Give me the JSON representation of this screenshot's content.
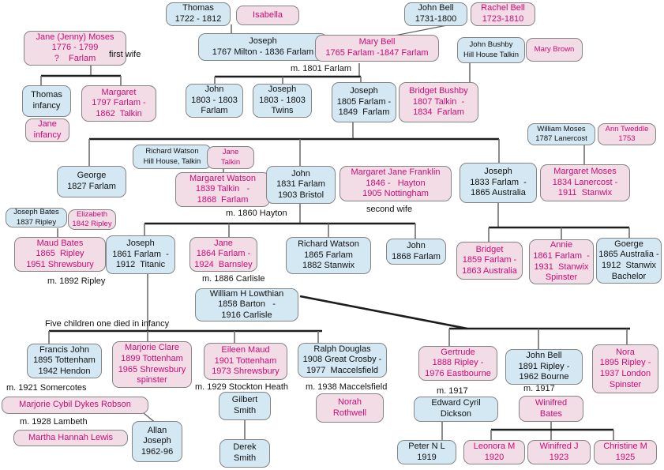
{
  "colors": {
    "male_box_fill": "#d3e8f3",
    "female_box_fill": "#f2dde6",
    "female_text": "#cc0b77",
    "male_text": "#111111",
    "box_border": "#848484",
    "sibling_bar": "#1c1c1c",
    "drop_line": "#6e6e6e",
    "background": "#ffffff"
  },
  "people": {
    "thomas_1722": [
      "Thomas",
      "1722 - 1812"
    ],
    "isabella": [
      "Isabella"
    ],
    "john_bell_1731": [
      "John Bell",
      "1731-1800"
    ],
    "rachel_bell": [
      "Rachel Bell",
      "1723-1810"
    ],
    "jane_jenny_moses": [
      "Jane (Jenny) Moses",
      "1776 - 1799",
      "?    Farlam"
    ],
    "joseph_1767": [
      "Joseph",
      "1767 Milton - 1836 Farlam"
    ],
    "mary_bell": [
      "Mary Bell",
      "1765 Farlam -1847 Farlam"
    ],
    "john_bushby": [
      "John Bushby",
      "Hill House Talkin"
    ],
    "mary_brown": [
      "Mary Brown"
    ],
    "thomas_infancy": [
      "Thomas",
      "infancy"
    ],
    "margaret_1797": [
      "Margaret",
      "1797 Farlam -",
      "1862  Talkin"
    ],
    "jane_infancy": [
      "Jane",
      "infancy"
    ],
    "john_1803": [
      "John",
      "1803 - 1803",
      "Farlam"
    ],
    "joseph_1803": [
      "Joseph",
      "1803 - 1803",
      "Twins"
    ],
    "joseph_1805": [
      "Joseph",
      "1805 Farlam -",
      "1849  Farlam"
    ],
    "bridget_bushby": [
      "Bridget Bushby",
      "1807 Talkin  -",
      "1834  Farlam"
    ],
    "william_moses": [
      "William Moses",
      "1787 Lanercost"
    ],
    "ann_tweddle": [
      "Ann Tweddle",
      "1753"
    ],
    "richard_watson_hillhouse": [
      "Richard Watson",
      "Hill House, Talkin"
    ],
    "jane_talkin": [
      "Jane",
      "Talkin"
    ],
    "george_1827": [
      "George",
      "1827 Farlam"
    ],
    "margaret_watson": [
      "Margaret Watson",
      "1839 Talkin   -",
      "1868  Farlam"
    ],
    "john_1831": [
      "John",
      "1831 Farlam",
      "1903 Bristol"
    ],
    "margaret_jane_franklin": [
      "Margaret Jane Franklin",
      "1846 -   Hayton",
      "1905 Nottingham"
    ],
    "joseph_1833": [
      "Joseph",
      "1833 Farlam  -",
      "1865 Australia"
    ],
    "margaret_moses": [
      "Margaret Moses",
      "1834 Lanercost -",
      "1911  Stanwix"
    ],
    "joseph_bates": [
      "Joseph Bates",
      "1837 Ripley"
    ],
    "elizabeth_1842": [
      "Elizabeth",
      "1842 Ripley"
    ],
    "maud_bates": [
      "Maud Bates",
      "1865  Ripley",
      "1951 Shrewsbury"
    ],
    "joseph_1861": [
      "Joseph",
      "1861 Farlam  -",
      "1912  Titanic"
    ],
    "jane_1864": [
      "Jane",
      "1864 Farlam -",
      "1924  Barnsley"
    ],
    "richard_watson_1865": [
      "Richard Watson",
      "1865 Farlam",
      "1882 Stanwix"
    ],
    "john_1868": [
      "John",
      "1868 Farlam"
    ],
    "bridget_1859": [
      "Bridget",
      "1859 Farlam -",
      "1863 Australia"
    ],
    "annie_1861": [
      "Annie",
      "1861 Farlam  -",
      "1931  Stanwix",
      "Spinster"
    ],
    "goerge_1865": [
      "Goerge",
      "1865 Australia -",
      "1912  Stanwix",
      "Bachelor"
    ],
    "william_h_lowthian": [
      "William H Lowthian",
      "1858 Barton   -",
      "1916 Carlisle"
    ],
    "francis_john": [
      "Francis John",
      "1895 Tottenham",
      "1942 Hendon"
    ],
    "marjorie_clare": [
      "Marjorie Clare",
      "1899 Tottenham",
      "1965 Shrewsbury",
      "spinster"
    ],
    "eileen_maud": [
      "Eileen Maud",
      "1901 Tottenham",
      "1973 Shrewsbury"
    ],
    "ralph_douglas": [
      "Ralph Douglas",
      "1908 Great Crosby -",
      "1977  Maccelsfield"
    ],
    "gertrude_1888": [
      "Gertrude",
      "1888 Ripley -",
      "1976 Eastbourne"
    ],
    "john_bell_1891": [
      "John Bell",
      "1891 Ripley -",
      "1962 Bourne"
    ],
    "nora_1895": [
      "Nora",
      "1895 Ripley -",
      "1937 London",
      "Spinster"
    ],
    "norah_rothwell": [
      "Norah",
      "Rothwell"
    ],
    "marjorie_cybil_dykes_robson": [
      "Marjorie Cybil Dykes Robson"
    ],
    "gilbert_smith": [
      "Gilbert",
      "Smith"
    ],
    "edward_cyril_dickson": [
      "Edward Cyril",
      "Dickson"
    ],
    "winifred_bates": [
      "Winifred",
      "Bates"
    ],
    "martha_hannah_lewis": [
      "Martha Hannah Lewis"
    ],
    "allan_joseph": [
      "Allan",
      "Joseph",
      "1962-96"
    ],
    "derek_smith": [
      "Derek",
      "Smith"
    ],
    "peter_n_l": [
      "Peter N L",
      "1919"
    ],
    "leonora_m": [
      "Leonora M",
      "1920"
    ],
    "winifred_j": [
      "Winifred J",
      "1923"
    ],
    "christine_m": [
      "Christine M",
      "1925"
    ]
  },
  "labels": {
    "first_wife": "first wife",
    "m_1801": "m. 1801 Farlam",
    "second_wife": "second wife",
    "m_1860": "m. 1860 Hayton",
    "m_1892": "m. 1892 Ripley",
    "m_1886": "m. 1886 Carlisle",
    "five_children": "Five children one died in infancy",
    "m_1921": "m. 1921 Somercotes",
    "m_1929": "m. 1929 Stockton Heath",
    "m_1938": "m. 1938 Maccelsfield",
    "m_1917_gertrude": "m. 1917",
    "m_1917_johnbell": "m. 1917",
    "m_1928": "m. 1928 Lambeth"
  }
}
